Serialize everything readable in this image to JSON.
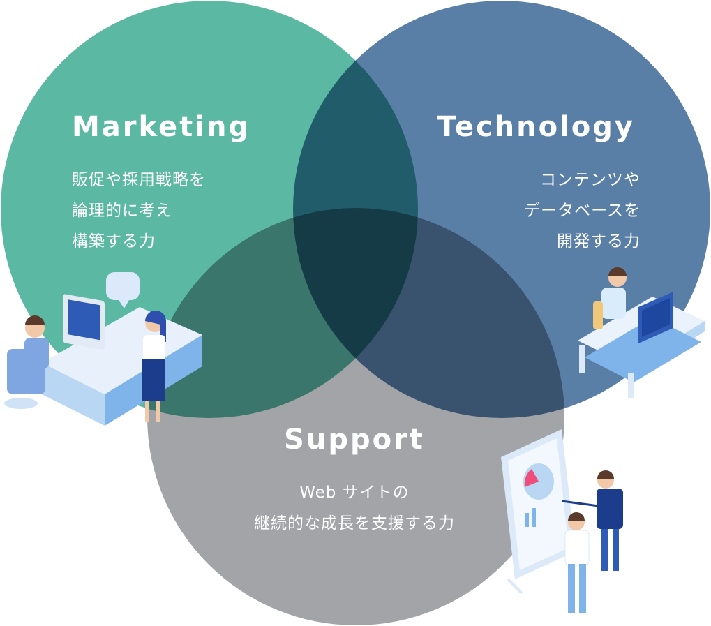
{
  "colors": {
    "marketing": "#5bb8a2",
    "technology": "#5a7fa6",
    "support": "#a2a4a8",
    "marketing_technology_overlap": "#236a88",
    "desk": "#dbe9f8",
    "desk_side": "#7fb4ea",
    "monitor": "#2e5bb5",
    "shirt": "#d8ecfb",
    "skin": "#f2c9a8",
    "hair": "#5a3a2a",
    "skirt": "#1c3d8c"
  },
  "sections": {
    "marketing": {
      "title": "Marketing",
      "lines": [
        "販促や採用戦略を",
        "論理的に考え",
        "構築する力"
      ]
    },
    "technology": {
      "title": "Technology",
      "lines": [
        "コンテンツや",
        "データベースを",
        "開発する力"
      ]
    },
    "support": {
      "title": "Support",
      "lines": [
        "Web サイトの",
        "継続的な成長を支援する力"
      ]
    }
  },
  "illustrations": {
    "left": "office-desk-with-two-people-icon",
    "right": "person-at-computer-desk-icon",
    "bottom": "presentation-board-with-two-people-icon"
  }
}
